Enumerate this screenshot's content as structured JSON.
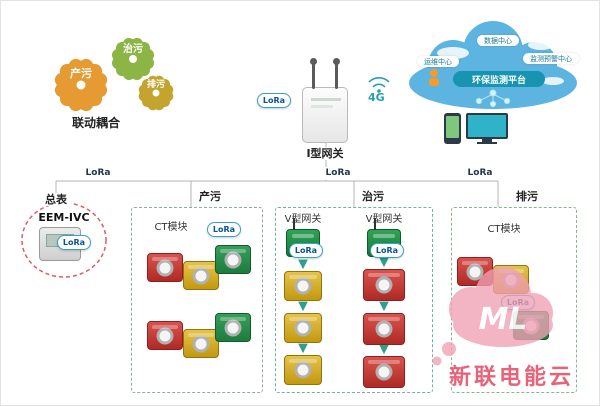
{
  "gears": {
    "produce": "产污",
    "treat": "治污",
    "discharge": "排污",
    "caption": "联动耦合"
  },
  "gateway_area": {
    "gateway_label": "I型网关",
    "lora_badge": "LoRa",
    "network_label": "4G"
  },
  "cloud": {
    "platform": "环保监测平台",
    "nodes": [
      "数据中心",
      "运维中心",
      "监测预警中心"
    ]
  },
  "bus": {
    "lora_left": "LoRa",
    "lora_mid": "LoRa",
    "lora_right": "LoRa"
  },
  "meter": {
    "label": "总表",
    "device": "EEM-IVC",
    "badge": "LoRa"
  },
  "produce_box": {
    "title": "产污",
    "module_label": "CT模块",
    "badge": "LoRa"
  },
  "treat_box": {
    "title": "治污",
    "gateway_a": {
      "label": "V型网关",
      "badge": "LoRa"
    },
    "gateway_b": {
      "label": "V型网关",
      "badge": "LoRa"
    }
  },
  "discharge_box": {
    "title": "排污",
    "module_label": "CT模块",
    "badge": "LoRa"
  },
  "watermark": {
    "logo": "ML",
    "text": "新联电能云"
  },
  "colors": {
    "red": "#c0392b",
    "yellow": "#d4a017",
    "green": "#1e7e34",
    "cloud_blue": "#5db4e0",
    "platform_teal": "#1795b0",
    "watermark_pink": "#f0a0b4"
  }
}
